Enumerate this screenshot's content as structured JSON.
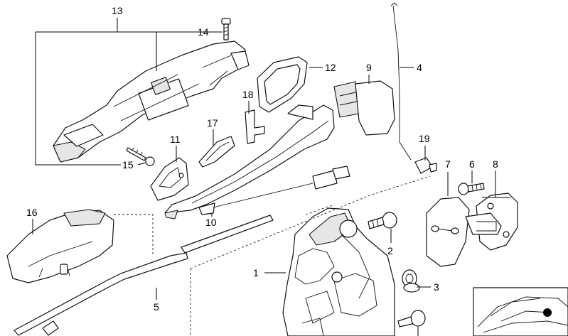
{
  "diagram": {
    "callouts": {
      "p1": "1",
      "p2": "2",
      "p3": "3",
      "p4": "4",
      "p5": "5",
      "p6": "6",
      "p7": "7",
      "p8": "8",
      "p9": "9",
      "p10": "10",
      "p11": "11",
      "p12": "12",
      "p13": "13",
      "p14": "14",
      "p15": "15",
      "p16": "16",
      "p17": "17",
      "p18": "18",
      "p19": "19"
    },
    "thumbnail_icon": "car-silhouette-icon"
  }
}
